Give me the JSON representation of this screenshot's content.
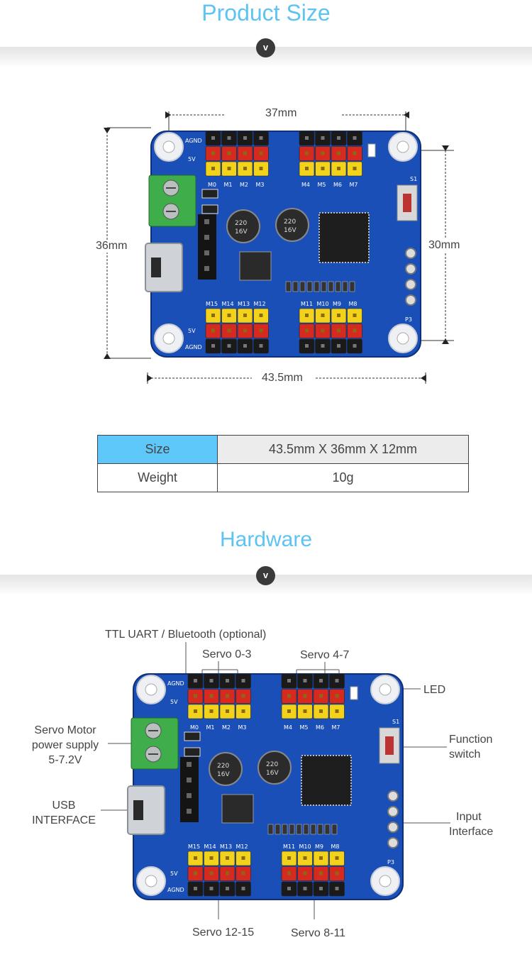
{
  "product_size": {
    "title": "Product Size",
    "badge": "v",
    "dimensions": {
      "top_width": "37mm",
      "left_height": "36mm",
      "right_height": "30mm",
      "bottom_width": "43.5mm"
    }
  },
  "spec_table": {
    "rows": [
      {
        "label": "Size",
        "value": "43.5mm X 36mm X 12mm"
      },
      {
        "label": "Weight",
        "value": "10g"
      }
    ],
    "highlight_color": "#5ec8fa",
    "value_bg": "#ececec"
  },
  "hardware": {
    "title": "Hardware",
    "badge": "v",
    "labels": {
      "ttl": "TTL UART / Bluetooth (optional)",
      "servo_0_3": "Servo 0-3",
      "servo_4_7": "Servo 4-7",
      "led": "LED",
      "power_1": "Servo Motor",
      "power_2": "power supply",
      "power_3": "5-7.2V",
      "usb_1": "USB",
      "usb_2": "INTERFACE",
      "function_1": "Function",
      "function_2": "switch",
      "input_1": "Input",
      "input_2": "Interface",
      "servo_12_15": "Servo 12-15",
      "servo_8_11": "Servo 8-11"
    }
  },
  "board": {
    "pcb_color": "#1a4fb8",
    "silkscreen": {
      "top_left": [
        "M0",
        "M1",
        "M2",
        "M3"
      ],
      "top_right": [
        "M4",
        "M5",
        "M6",
        "M7"
      ],
      "bottom_left": [
        "M15",
        "M14",
        "M13",
        "M12"
      ],
      "bottom_right": [
        "M11",
        "M10",
        "M9",
        "M8"
      ],
      "agnd": "AGND",
      "v5": "5V",
      "cap": [
        "220",
        "16V"
      ],
      "p3": "P3",
      "s1": "S1"
    }
  }
}
